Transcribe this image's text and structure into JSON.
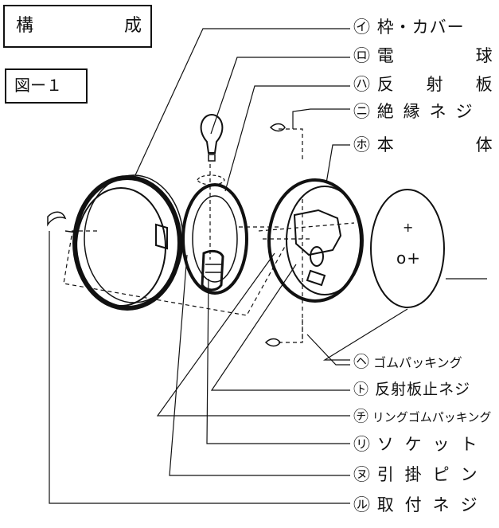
{
  "title": {
    "left": "構",
    "right": "成"
  },
  "figure_label": "図ー１",
  "parts": [
    {
      "mark": "㋑",
      "name": "枠・カバー"
    },
    {
      "mark": "㋺",
      "name": "電　　　球"
    },
    {
      "mark": "㋩",
      "name": "反　射　板"
    },
    {
      "mark": "㋥",
      "name": "絶縁ネジ"
    },
    {
      "mark": "㋭",
      "name": "本　　　体"
    },
    {
      "mark": "㋬",
      "name": "ゴムパッキング"
    },
    {
      "mark": "㋣",
      "name": "反射板止ネジ"
    },
    {
      "mark": "㋠",
      "name": "リングゴムパッキング"
    },
    {
      "mark": "㋷",
      "name": "ソケット"
    },
    {
      "mark": "㋦",
      "name": "引掛ピン"
    },
    {
      "mark": "㋸",
      "name": "取付ネジ"
    }
  ],
  "gasket_marks": {
    "plus_top": "+",
    "plus_bottom": "o+"
  }
}
